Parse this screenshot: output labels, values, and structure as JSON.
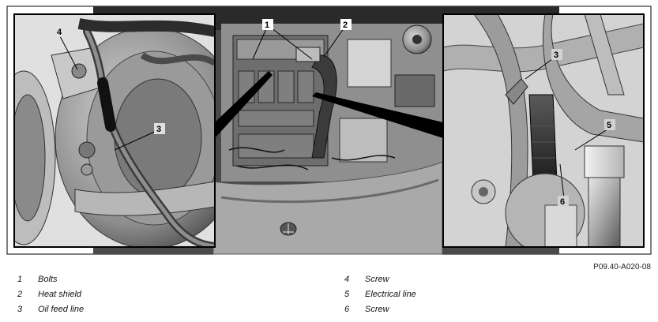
{
  "figure_code": "P09.40-A020-08",
  "callouts": [
    "1",
    "2",
    "3",
    "4",
    "5",
    "3",
    "6"
  ],
  "legend": [
    {
      "num": "1",
      "label": "Bolts"
    },
    {
      "num": "2",
      "label": "Heat shield"
    },
    {
      "num": "3",
      "label": "Oil feed line"
    },
    {
      "num": "4",
      "label": "Screw"
    },
    {
      "num": "5",
      "label": "Electrical line"
    },
    {
      "num": "6",
      "label": "Screw"
    }
  ]
}
